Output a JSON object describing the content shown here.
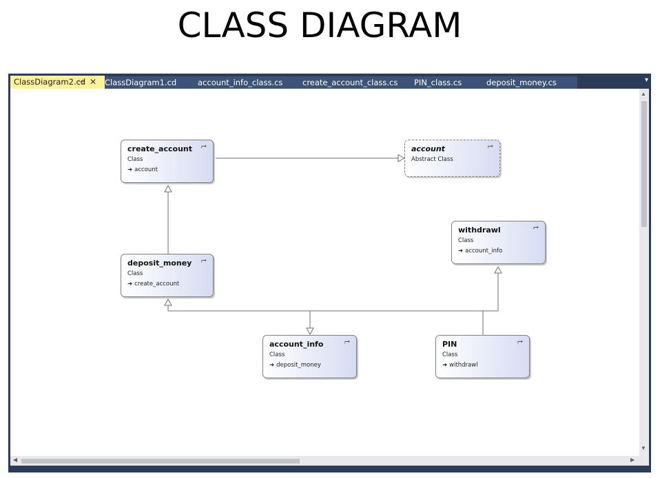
{
  "page_title": "CLASS DIAGRAM",
  "tabs": [
    {
      "label": "ClassDiagram2.cd",
      "active": true
    },
    {
      "label": "ClassDiagram1.cd"
    },
    {
      "label": "account_info_class.cs"
    },
    {
      "label": "create_account_class.cs"
    },
    {
      "label": "PIN_class.cs"
    },
    {
      "label": "deposit_money.cs"
    }
  ],
  "tab_icons": {
    "pin": "⊣",
    "close": "✕",
    "dropdown": "▾"
  },
  "classes": {
    "create_account": {
      "name": "create_account",
      "kind": "Class",
      "base": "account"
    },
    "account": {
      "name": "account",
      "kind": "Abstract Class"
    },
    "deposit_money": {
      "name": "deposit_money",
      "kind": "Class",
      "base": "create_account"
    },
    "withdrawl": {
      "name": "withdrawl",
      "kind": "Class",
      "base": "account_info"
    },
    "account_info": {
      "name": "account_info",
      "kind": "Class",
      "base": "deposit_money"
    },
    "PIN": {
      "name": "PIN",
      "kind": "Class",
      "base": "withdrawl"
    }
  },
  "colors": {
    "tabbar": "#2b3b58",
    "active_tab": "#fff29d",
    "class_fill_end": "#d6dcf2"
  }
}
